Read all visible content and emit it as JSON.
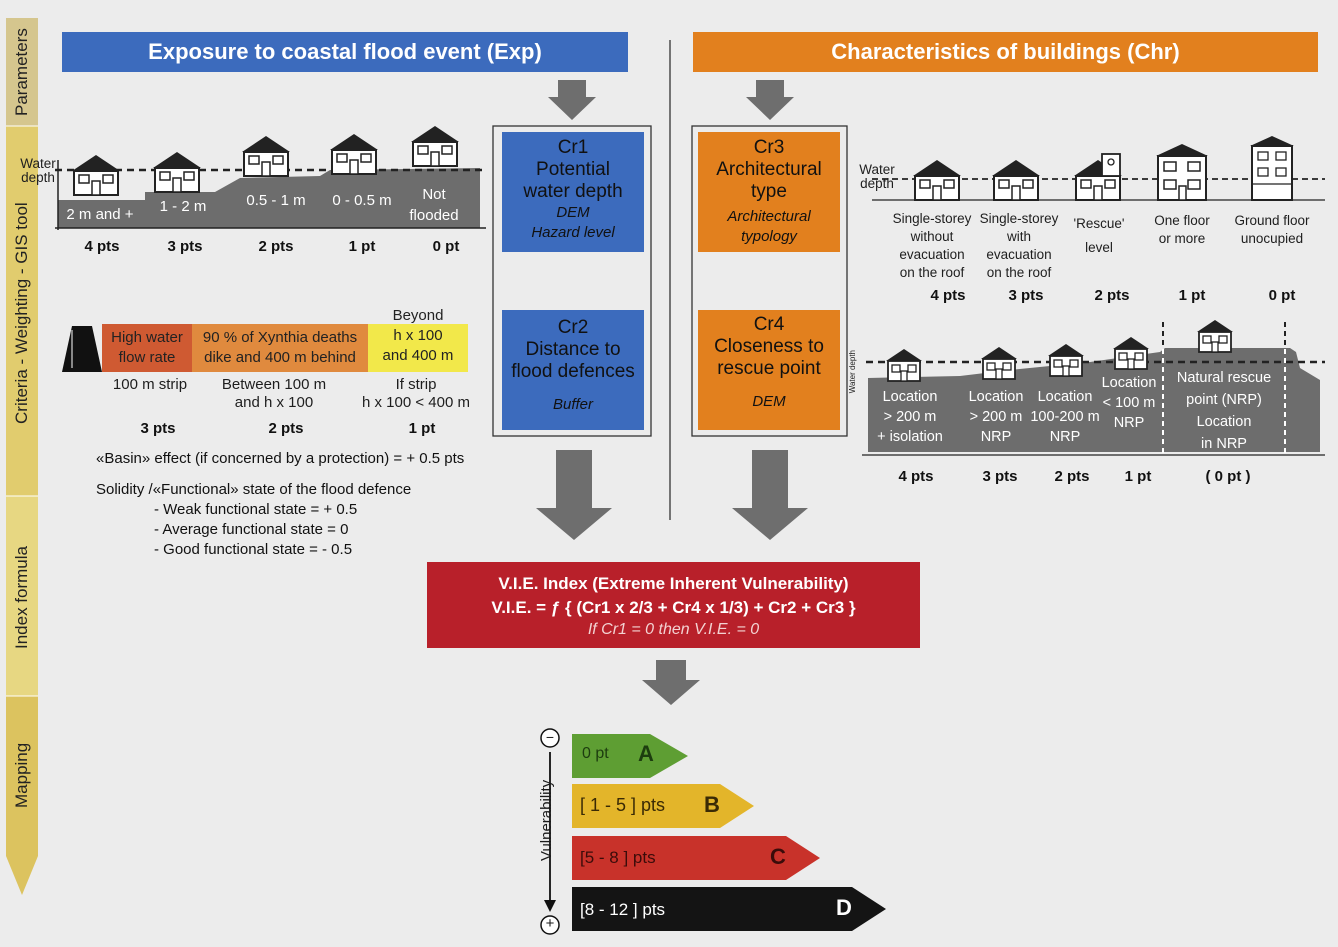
{
  "sidebar": {
    "labels": [
      "Parameters",
      "Criteria - Weighting - GIS tool",
      "Index formula",
      "Mapping"
    ]
  },
  "headers": {
    "exp": "Exposure to coastal flood event (Exp)",
    "chr": "Characteristics of buildings (Chr)"
  },
  "colors": {
    "blue": "#3c6bbd",
    "orange": "#e2801e",
    "red": "#b8202a",
    "green": "#5e9e33",
    "yellow": "#e3b52a",
    "rating_red": "#c8322a",
    "black": "#141414",
    "gray": "#6e6e6e",
    "sidebar": "#e3cc6b"
  },
  "cr1": {
    "title": "Cr1",
    "l1": "Potential",
    "l2": "water depth",
    "s1": "DEM",
    "s2": "Hazard level"
  },
  "cr2": {
    "title": "Cr2",
    "l1": "Distance to",
    "l2": "flood defences",
    "s1": "Buffer"
  },
  "cr3": {
    "title": "Cr3",
    "l1": "Architectural",
    "l2": "type",
    "s1": "Architectural",
    "s2": "typology"
  },
  "cr4": {
    "title": "Cr4",
    "l1": "Closeness to",
    "l2": "rescue point",
    "s1": "DEM"
  },
  "depth": {
    "water": "Water",
    "depth": "depth",
    "labels": [
      "2 m and +",
      "1 - 2 m",
      "0.5 - 1 m",
      "0 - 0.5 m",
      "Not",
      "flooded"
    ],
    "pts": [
      "4 pts",
      "3 pts",
      "2 pts",
      "1 pt",
      "0 pt"
    ]
  },
  "defence": {
    "high1": "High water",
    "high2": "flow rate",
    "xyn1": "90 % of Xynthia deaths",
    "xyn2": "dike and 400 m behind",
    "bey1": "Beyond",
    "bey2": "h x 100",
    "bey3": "and 400 m",
    "strip": "100 m strip",
    "btw1": "Between 100 m",
    "btw2": "and h x 100",
    "if1": "If strip",
    "if2": "h x 100 < 400 m",
    "pts": [
      "3 pts",
      "2 pts",
      "1 pt"
    ],
    "basin": "«Basin» effect (if concerned by a protection) = + 0.5 pts",
    "solidity": "Solidity /«Functional» state of the flood defence",
    "weak": "- Weak functional state = + 0.5",
    "avg": "- Average functional state = 0",
    "good": "- Good functional state = - 0.5"
  },
  "arch": {
    "water": "Water",
    "depth": "depth",
    "c1": [
      "Single-storey",
      "without",
      "evacuation",
      "on the roof"
    ],
    "c2": [
      "Single-storey",
      "with",
      "evacuation",
      "on the roof"
    ],
    "c3": [
      "'Rescue'",
      "level"
    ],
    "c4": [
      "One floor",
      "or more"
    ],
    "c5": [
      "Ground floor",
      "unocupied"
    ],
    "pts": [
      "4 pts",
      "3 pts",
      "2 pts",
      "1 pt",
      "0 pt"
    ]
  },
  "rescue": {
    "wd": "Water depth",
    "c1": [
      "Location",
      "> 200 m",
      "+ isolation"
    ],
    "c2": [
      "Location",
      "> 200 m",
      "NRP"
    ],
    "c3": [
      "Location",
      "100-200 m",
      "NRP"
    ],
    "c4": [
      "Location",
      "< 100 m",
      "NRP"
    ],
    "c5": [
      "Natural rescue",
      "point (NRP)",
      "Location",
      "in NRP"
    ],
    "pts": [
      "4 pts",
      "3 pts",
      "2  pts",
      "1 pt",
      "( 0 pt )"
    ]
  },
  "formula": {
    "title": "V.I.E. Index (Extreme Inherent Vulnerability)",
    "eq": "V.I.E. = ƒ { (Cr1 x 2/3 + Cr4 x 1/3) + Cr2 + Cr3 }",
    "cond": "If Cr1 = 0 then V.I.E. = 0"
  },
  "rating": {
    "axis": "Vulnerability",
    "minus": "−",
    "plus": "+",
    "rows": [
      {
        "range": "0 pt",
        "letter": "A"
      },
      {
        "range": "[ 1 - 5 ] pts",
        "letter": "B"
      },
      {
        "range": "[5 - 8 ] pts",
        "letter": "C"
      },
      {
        "range": "[8 - 12 ] pts",
        "letter": "D"
      }
    ]
  }
}
